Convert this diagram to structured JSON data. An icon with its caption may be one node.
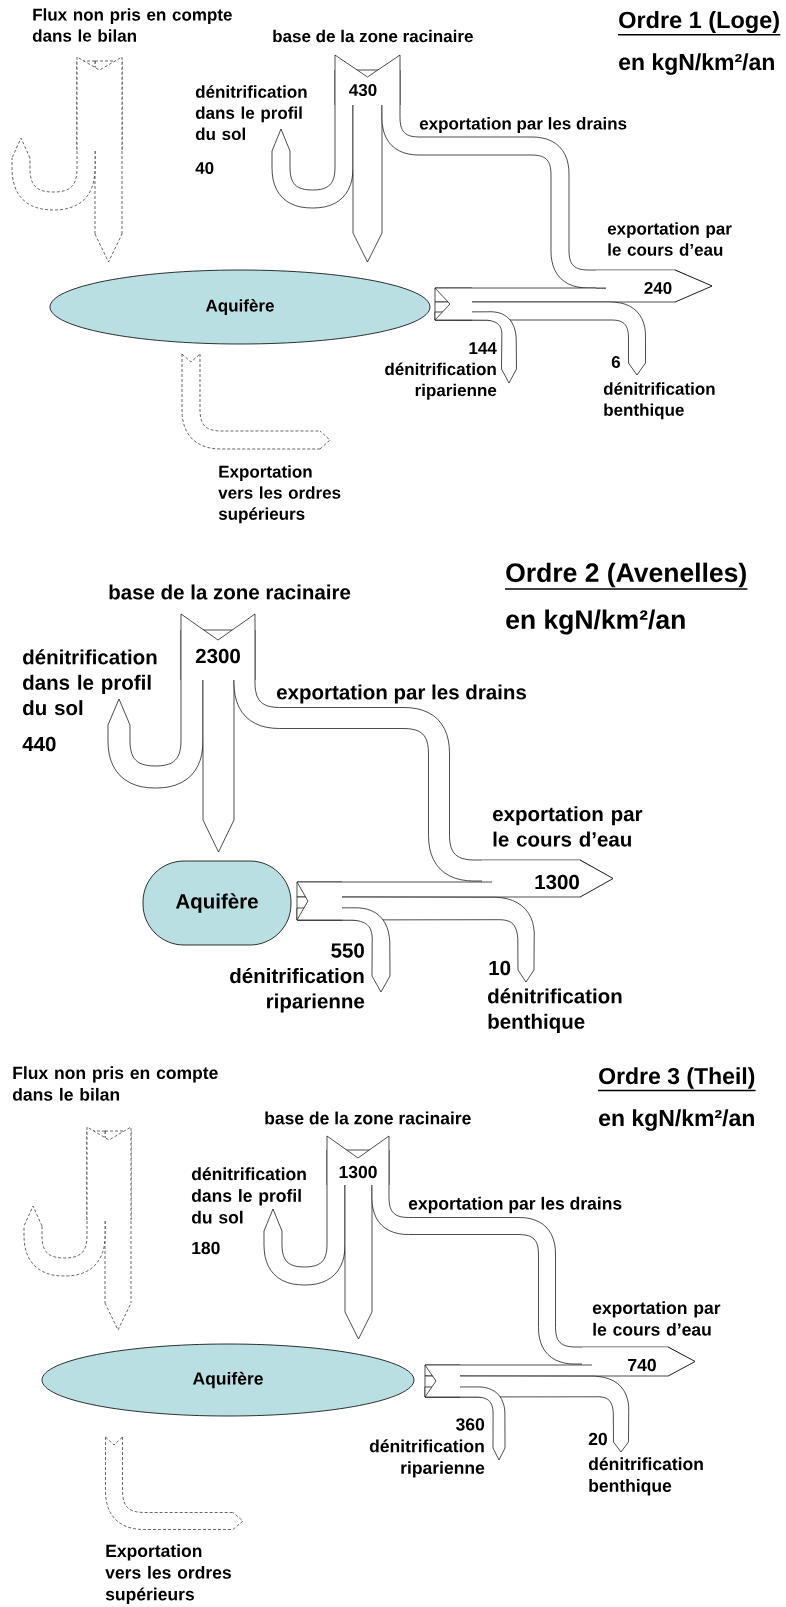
{
  "diagram": {
    "nodes": [
      {
        "text": [
          "base de la zone racinaire"
        ],
        "beside": [
          "430"
        ]
      },
      {
        "text": [
          "dénitrification dans le profil du sol"
        ],
        "beside": [
          "40"
        ]
      },
      {
        "text": [
          "Aquifère"
        ]
      },
      {
        "text": [
          "exportation par le cours d’eau"
        ],
        "beside": [
          "240"
        ]
      },
      {
        "text": [
          "144 dénitrification riparienne"
        ]
      },
      {
        "text": [
          "dénitrification benthique"
        ],
        "beside": [
          "6"
        ]
      },
      {
        "text": [
          "Flux non pris en compte dans le bilan"
        ]
      },
      {
        "text": [
          "Exportation vers les ordres supérieurs"
        ]
      },
      {
        "text": [
          "base de la zone racinaire"
        ],
        "beside": [
          "2300"
        ]
      },
      {
        "text": [
          "dénitrification dans le profil du sol"
        ],
        "beside": [
          "440"
        ]
      },
      {
        "text": [
          "Aquifère"
        ]
      },
      {
        "text": [
          "exportation par le cours d’eau"
        ],
        "beside": [
          "1300"
        ]
      },
      {
        "text": [
          "550 dénitrification riparienne"
        ]
      },
      {
        "text": [
          "dénitrification benthique"
        ],
        "beside": [
          "10"
        ]
      },
      {
        "text": [
          "base de la zone racinaire"
        ],
        "beside": [
          "1300"
        ]
      },
      {
        "text": [
          "dénitrification dans le profil du sol"
        ],
        "beside": [
          "180"
        ]
      },
      {
        "text": [
          "Aquifère"
        ]
      },
      {
        "text": [
          "exportation par le cours d’eau"
        ],
        "beside": [
          "740"
        ]
      },
      {
        "text": [
          "360 dénitrification riparienne"
        ]
      },
      {
        "text": [
          "dénitrification benthique"
        ],
        "beside": [
          "20"
        ]
      },
      {
        "text": [
          "Flux non pris en compte dans le bilan"
        ]
      },
      {
        "text": [
          "Exportation vers les ordres supérieurs"
        ]
      }
    ],
    "edges": [
      {
        "from": 0,
        "to": 1,
        "arrow": "to"
      },
      {
        "from": 0,
        "to": 2,
        "arrow": "to"
      },
      {
        "from": 0,
        "to": 3,
        "arrow": "to",
        "label": "exportation par les drains"
      },
      {
        "from": 2,
        "to": 3,
        "arrow": "to"
      },
      {
        "from": 2,
        "to": 5,
        "arrow": "to"
      },
      {
        "from": 2,
        "to": 4,
        "arrow": "to"
      },
      {
        "from": 6,
        "to": 2,
        "arrow": "to",
        "style": "dashed"
      },
      {
        "from": 6,
        "to": null,
        "arrow": "to",
        "style": "dashed"
      },
      {
        "from": 2,
        "to": 7,
        "arrow": "to",
        "style": "dashed"
      },
      {
        "from": 8,
        "to": 9,
        "arrow": "to"
      },
      {
        "from": 8,
        "to": 10,
        "arrow": "to"
      },
      {
        "from": 8,
        "to": 11,
        "arrow": "to",
        "label": "exportation par les drains"
      },
      {
        "from": 10,
        "to": 11,
        "arrow": "to"
      },
      {
        "from": 10,
        "to": 13,
        "arrow": "to"
      },
      {
        "from": 10,
        "to": 12,
        "arrow": "to"
      },
      {
        "from": 14,
        "to": 15,
        "arrow": "to"
      },
      {
        "from": 14,
        "to": 16,
        "arrow": "to"
      },
      {
        "from": 14,
        "to": 17,
        "arrow": "to",
        "label": "exportation par les drains"
      },
      {
        "from": 16,
        "to": 17,
        "arrow": "to"
      },
      {
        "from": 16,
        "to": 19,
        "arrow": "to"
      },
      {
        "from": 16,
        "to": 18,
        "arrow": "to"
      },
      {
        "from": 20,
        "to": 16,
        "arrow": "to",
        "style": "dashed"
      },
      {
        "from": 20,
        "to": null,
        "arrow": "to",
        "style": "dashed"
      },
      {
        "from": 16,
        "to": 21,
        "arrow": "to",
        "style": "dashed"
      }
    ],
    "labels": [
      "Ordre 1 (Loge)",
      "en kgN/km²/an",
      "Ordre 2 (Avenelles)",
      "en kgN/km²/an",
      "Ordre 3 (Theil)",
      "en kgN/km²/an"
    ]
  }
}
